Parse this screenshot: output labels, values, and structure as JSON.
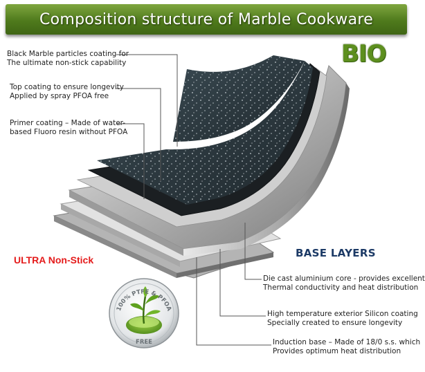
{
  "title": "Composition structure of Marble Cookware",
  "badge_bio": "BIO",
  "callout_ultra": "ULTRA Non-Stick",
  "base_heading": "BASE LAYERS",
  "seal": {
    "arc_text": "100% PTFE & PFOA",
    "bottom_text": "FREE"
  },
  "layers_top": [
    {
      "line1": "Black Marble particles coating for",
      "line2": "The ultimate non-stick capability"
    },
    {
      "line1": "Top coating to ensure longevity",
      "line2": "Applied by spray PFOA free"
    },
    {
      "line1": "Primer coating – Made of water-",
      "line2": "based Fluoro resin without PFOA"
    }
  ],
  "layers_base": [
    {
      "line1": "Die cast aluminium core -    provides excellent",
      "line2": "Thermal conductivity and heat distribution"
    },
    {
      "line1": "High temperature exterior Silicon coating",
      "line2": "Specially created to ensure longevity"
    },
    {
      "line1": "Induction base – Made of 18/0 s.s. which",
      "line2": "Provides optimum heat distribution"
    }
  ],
  "colors": {
    "banner_green": "#4f7a1c",
    "bio_green": "#5d8f1e",
    "ultra_red": "#e41b1b",
    "heading_navy": "#1c3a66",
    "marble": "#2c3a40"
  }
}
